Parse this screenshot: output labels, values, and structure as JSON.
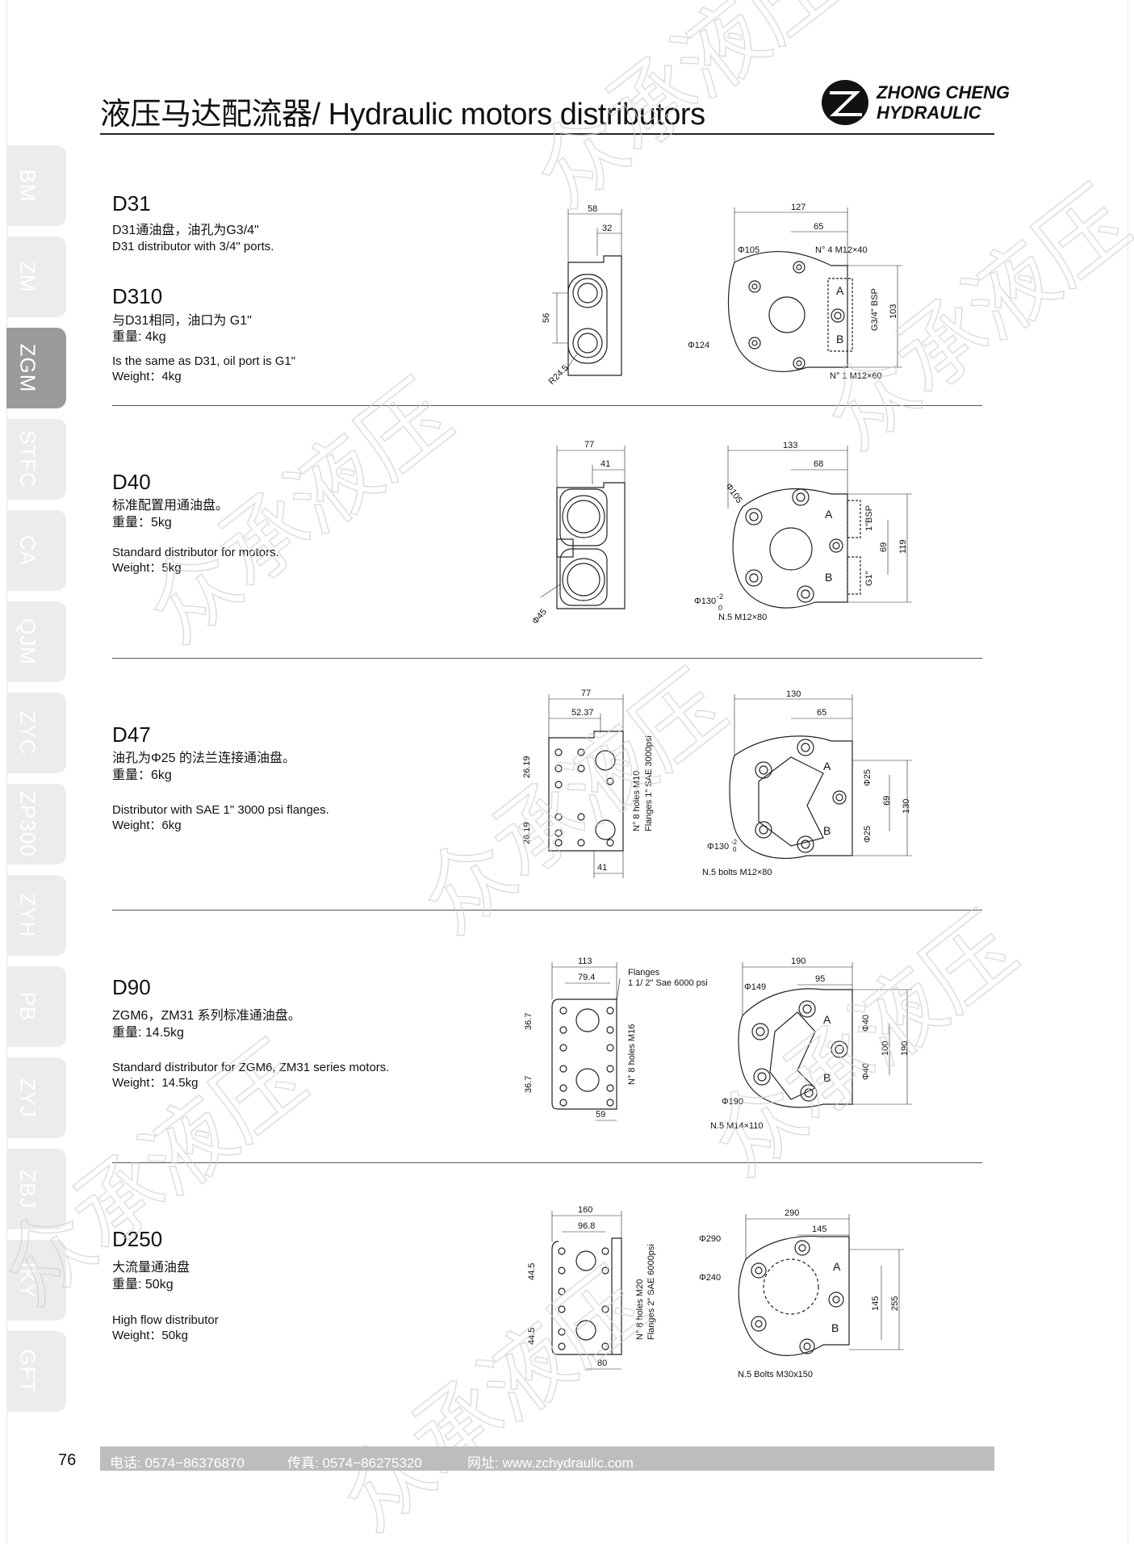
{
  "header": {
    "title": "液压马达配流器/ Hydraulic motors distributors",
    "logo_line1": "ZHONG CHENG",
    "logo_line2": "HYDRAULIC"
  },
  "side_tabs": [
    "BM",
    "ZM",
    "ZGM",
    "STFC",
    "CA",
    "QJM",
    "ZYC",
    "ZP300",
    "ZYH",
    "PB",
    "ZYJ",
    "ZBJ",
    "IKY",
    "GFT"
  ],
  "active_tab": "ZGM",
  "sections": {
    "d31": {
      "title": "D31",
      "line1": "D31通油盘，油孔为G3/4\"",
      "line2": "D31 distributor with 3/4\" ports.",
      "sub_title": "D310",
      "line3": "与D31相同，油口为 G1\"",
      "line4": "重量: 4kg",
      "line5": "Is the same as D31, oil port is G1\"",
      "line6": "Weight：4kg",
      "dims": {
        "a": "58",
        "b": "32",
        "c": "56",
        "d": "R24.5",
        "e": "127",
        "f": "65",
        "g": "Φ105",
        "h": "N° 4 M12×40",
        "i": "Φ124",
        "j": "G3/4\" BSP",
        "k": "103",
        "l": "N° 1 M12×60",
        "m": "A",
        "n": "B"
      }
    },
    "d40": {
      "title": "D40",
      "line1": "标准配置用通油盘。",
      "line2": "重量：5kg",
      "line3": "Standard distributor for motors.",
      "line4": "Weight：5kg",
      "dims": {
        "a": "77",
        "b": "41",
        "c": "Φ45",
        "e": "133",
        "f": "68",
        "g": "Φ105",
        "h": "1\"BSP",
        "i": "G1\"",
        "j": "69",
        "k": "119",
        "l": "Φ130",
        "l2": "-2",
        "l3": "0",
        "m": "N.5 M12×80",
        "n": "A",
        "o": "B"
      }
    },
    "d47": {
      "title": "D47",
      "line1": "油孔为Φ25 的法兰连接通油盘。",
      "line2": "重量：6kg",
      "line3": "Distributor with SAE 1\" 3000 psi flanges.",
      "line4": "Weight：6kg",
      "dims": {
        "a": "77",
        "b": "52.37",
        "c": "26.19",
        "d": "26.19",
        "e": "41",
        "f": "N° 8 holes M10",
        "g": "Flanges 1\" SAE 3000psi",
        "h": "130",
        "i": "65",
        "j": "Φ25",
        "k": "Φ25",
        "l": "69",
        "m": "130",
        "n": "Φ130",
        "n2": "-2",
        "n3": "0",
        "o": "N.5 bolts M12×80",
        "p": "A",
        "q": "B"
      }
    },
    "d90": {
      "title": "D90",
      "line1": "ZGM6，ZM31 系列标准通油盘。",
      "line2": "重量: 14.5kg",
      "line3": "Standard distributor for ZGM6, ZM31 series motors.",
      "line4": "Weight：14.5kg",
      "dims": {
        "a": "113",
        "b": "79.4",
        "c": "36.7",
        "d": "36.7",
        "e": "59",
        "f": "Flanges",
        "g": "1 1/ 2\" Sae 6000 psi",
        "h": "N° 8 holes M16",
        "i": "190",
        "j": "95",
        "k": "Φ149",
        "l": "Φ40",
        "m": "Φ40",
        "n": "100",
        "o": "190",
        "p": "Φ190",
        "q": "N.5 M14×110",
        "r": "A",
        "s": "B"
      }
    },
    "d250": {
      "title": "D250",
      "line1": "大流量通油盘",
      "line2": "重量: 50kg",
      "line3": "High flow distributor",
      "line4": "Weight：50kg",
      "dims": {
        "a": "160",
        "b": "96.8",
        "c": "44.5",
        "d": "44.5",
        "e": "80",
        "f": "N° 8 holes M20",
        "g": "Flanges 2\" SAE 6000psi",
        "h": "290",
        "i": "145",
        "j": "Φ290",
        "k": "Φ240",
        "l": "145",
        "m": "255",
        "n": "N.5 Bolts M30x150",
        "o": "A",
        "p": "B"
      }
    }
  },
  "footer": {
    "page_number": "76",
    "phone": "电话: 0574−86376870",
    "fax": "传真: 0574−86275320",
    "web": "网址: www.zchydraulic.com"
  },
  "watermark_text": "众承液压",
  "colors": {
    "rule": "#222222",
    "footer_bar": "#bdbdbd",
    "tab": "#ececec",
    "tab_active": "#9a9a9a"
  }
}
